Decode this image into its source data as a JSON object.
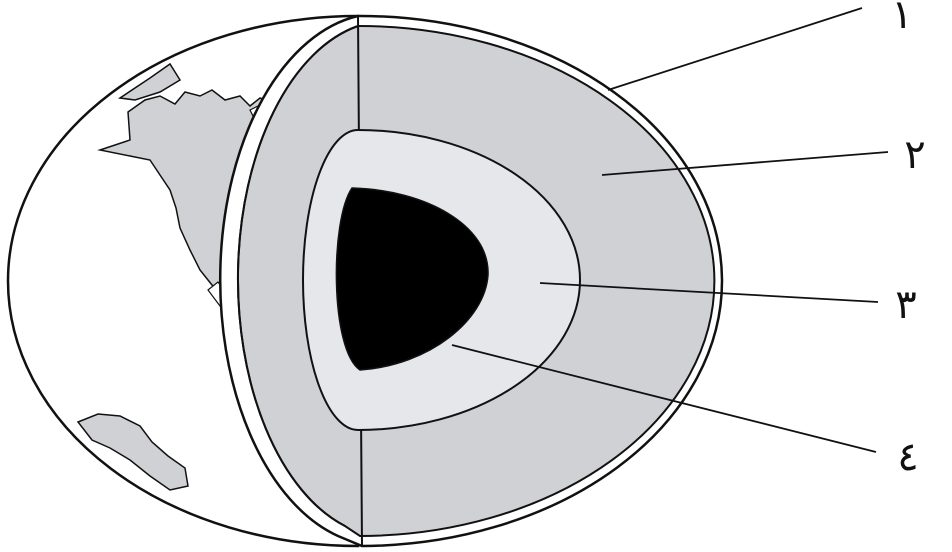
{
  "labels": [
    "١",
    "٢",
    "٣",
    "٤"
  ],
  "colors": {
    "outline": "#111111",
    "crust": "#ffffff",
    "mantle": "#d0d1d5",
    "outer_core": "#e6e7eb",
    "inner_core": "#000000",
    "land": "#d0d1d5",
    "ocean": "#ffffff"
  }
}
